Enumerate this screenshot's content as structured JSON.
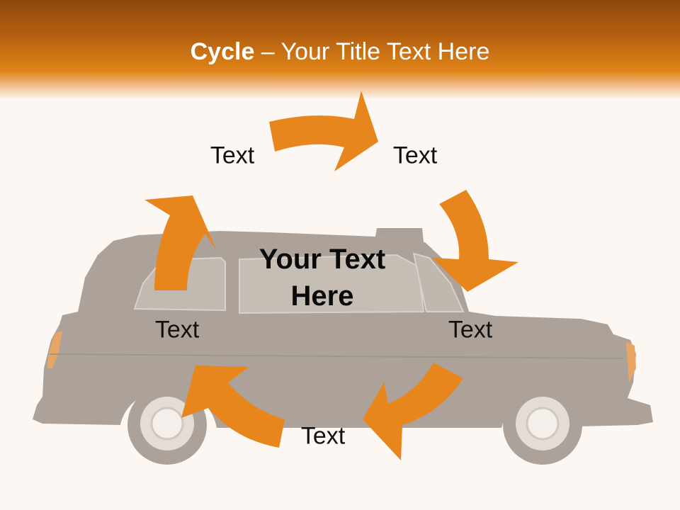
{
  "slide": {
    "title_bold": "Cycle",
    "title_rest": " – Your Title Text Here",
    "center_line1": "Your Text",
    "center_line2": "Here",
    "labels": [
      "Text",
      "Text",
      "Text",
      "Text",
      "Text"
    ]
  },
  "colors": {
    "accent": "#e8861e",
    "header_dark": "#8e480c",
    "background": "#fcf7f2",
    "taxi_silhouette": "#a79c93"
  },
  "icons": [
    "taxi-silhouette",
    "cycle-arrows"
  ]
}
